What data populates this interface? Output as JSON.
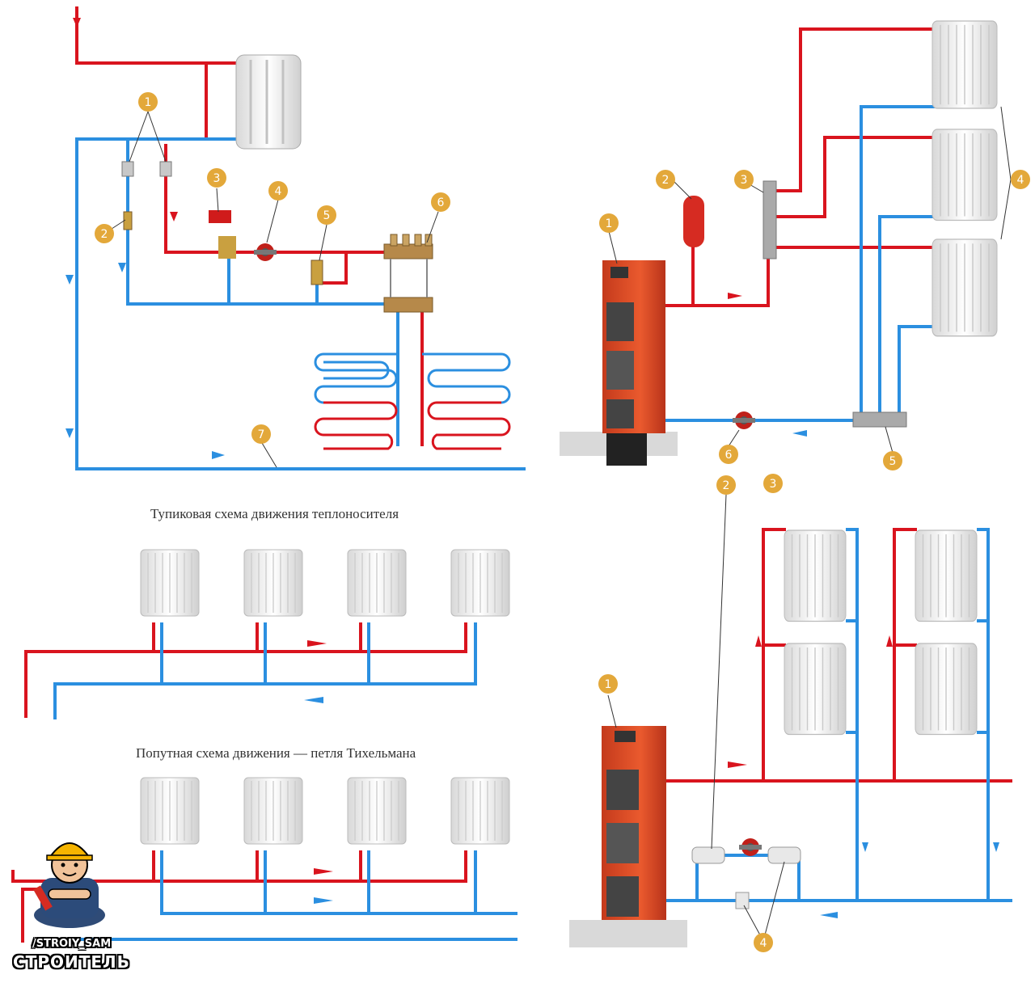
{
  "diagram": {
    "colors": {
      "supply": "#d9141e",
      "return": "#2b8fe0",
      "badge": "#e3a83a"
    },
    "panel_top_left": {
      "markers": [
        "1",
        "2",
        "3",
        "4",
        "5",
        "6",
        "7"
      ]
    },
    "panel_top_right": {
      "markers": [
        "1",
        "2",
        "3",
        "4",
        "5",
        "6"
      ]
    },
    "panel_bottom_left": {
      "title_dead_end": "Тупиковая схема движения теплоносителя",
      "title_tichelmann": "Попутная схема движения — петля Тихельмана"
    },
    "panel_bottom_right": {
      "markers": [
        "1",
        "2",
        "3",
        "4"
      ]
    }
  },
  "watermark": {
    "handle": "/STROIY_SAM",
    "brand": "СТРОИТЕЛЬ"
  }
}
